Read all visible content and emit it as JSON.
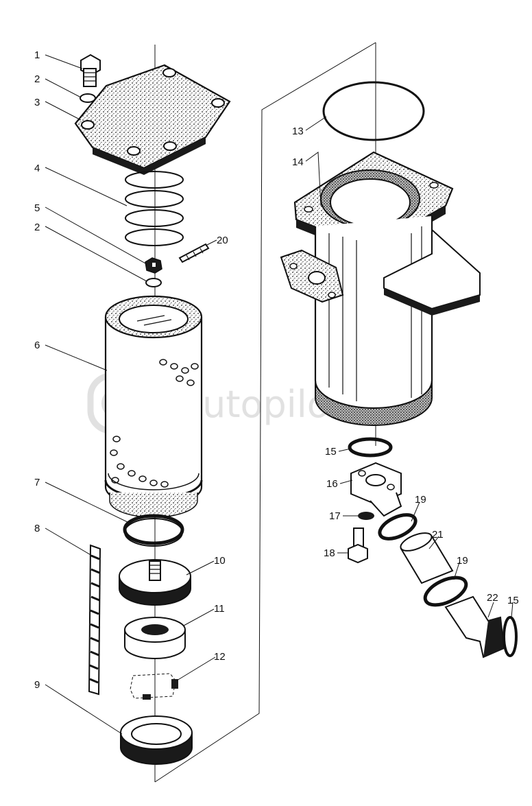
{
  "watermark": {
    "text": "autopilot.ru",
    "color": "#e1e1e1"
  },
  "callouts": [
    "1",
    "2",
    "3",
    "4",
    "5",
    "2",
    "20",
    "6",
    "7",
    "8",
    "10",
    "11",
    "12",
    "9",
    "13",
    "14",
    "15",
    "16",
    "17",
    "18",
    "19",
    "21",
    "19",
    "22",
    "15"
  ],
  "icons": {
    "watermark_logo": "a-arrow-logo-icon"
  }
}
